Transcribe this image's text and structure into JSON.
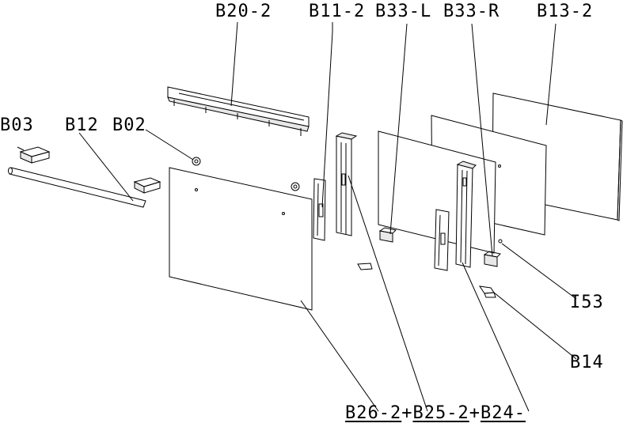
{
  "labels": {
    "b20": "B20-2",
    "b11": "B11-2",
    "b33l": "B33-L",
    "b33r": "B33-R",
    "b13": "B13-2",
    "b03": "B03",
    "b12": "B12",
    "b02": "B02",
    "i53": "I53",
    "b14": "B14",
    "b26": "B26-2",
    "b25": "B25-2",
    "b24": "B24-",
    "plus": "+"
  },
  "colors": {
    "ink": "#000000",
    "paper": "#ffffff"
  }
}
